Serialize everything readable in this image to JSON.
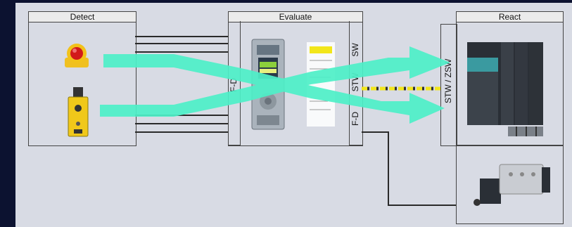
{
  "sections": {
    "detect": "Detect",
    "evaluate": "Evaluate",
    "react": "React"
  },
  "interface_labels": {
    "left": "F-D",
    "right_top": "SW",
    "right_mid": "STW",
    "right_bottom": "F-D",
    "react": "STW / ZSW"
  },
  "colors": {
    "arrow": "#4ef0c8",
    "background": "#0c1230",
    "canvas": "#d8dbe4",
    "box_border": "#444444",
    "header": "#ebebeb",
    "safety_dash": "#f2e61a"
  },
  "icons": [
    "emergency-stop-icon",
    "safety-switch-icon",
    "safety-plc-icon",
    "drive-unit-icon",
    "pneumatic-valve-icon"
  ]
}
